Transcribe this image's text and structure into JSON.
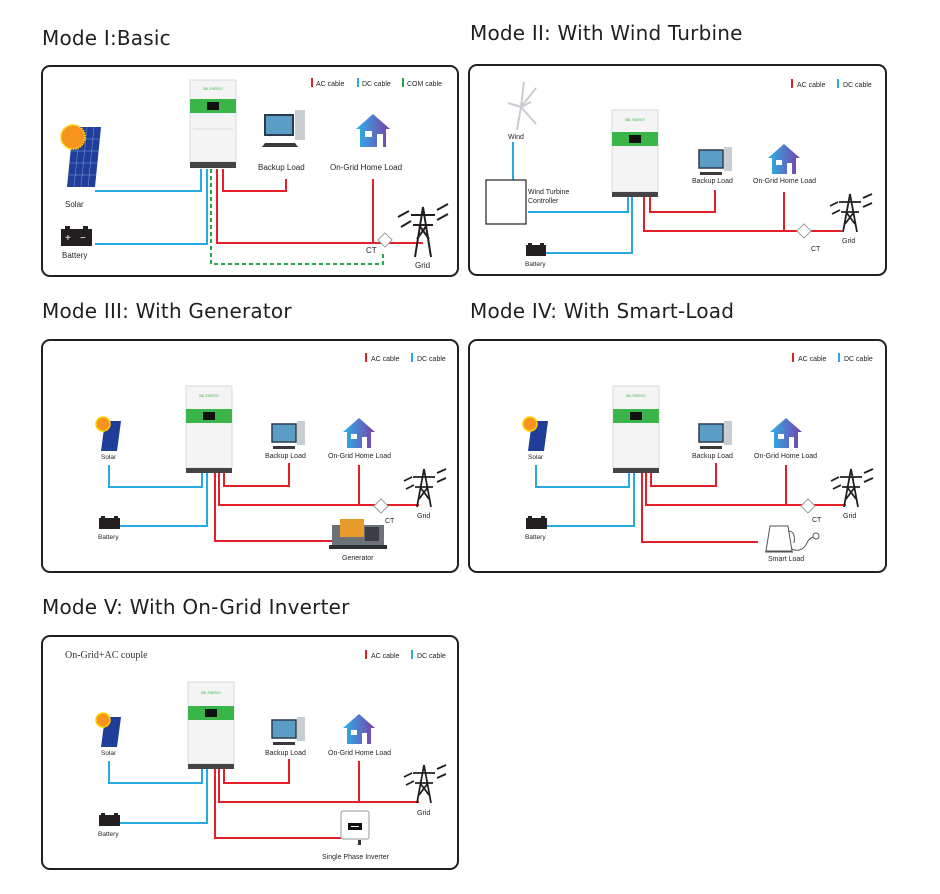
{
  "colors": {
    "ac_cable": "#e3202a",
    "dc_cable": "#29a9e1",
    "com_cable": "#22a94a",
    "inverter_screen": "#3ab54a",
    "border": "#231f20"
  },
  "modes": [
    {
      "title": "Mode I:Basic",
      "legend": [
        "AC cable",
        "DC cable",
        "COM cable"
      ],
      "labels": {
        "solar": "Solar",
        "battery": "Battery",
        "backup": "Backup Load",
        "home": "On-Grid Home Load",
        "ct": "CT",
        "grid": "Grid"
      },
      "inverter_brand": "SBL ENERGY"
    },
    {
      "title": "Mode II: With Wind Turbine",
      "legend": [
        "AC cable",
        "DC cable"
      ],
      "labels": {
        "wind": "Wind",
        "controller_line1": "Wind Turbine",
        "controller_line2": "Controller",
        "battery": "Battery",
        "backup": "Backup Load",
        "home": "On-Grid Home Load",
        "ct": "CT",
        "grid": "Grid"
      },
      "inverter_brand": "SBL ENERGY"
    },
    {
      "title": "Mode III: With Generator",
      "legend": [
        "AC cable",
        "DC cable"
      ],
      "labels": {
        "solar": "Solar",
        "battery": "Battery",
        "backup": "Backup Load",
        "home": "On-Grid Home Load",
        "ct": "CT",
        "grid": "Grid",
        "extra": "Generator"
      },
      "inverter_brand": "SBL ENERGY"
    },
    {
      "title": "Mode IV: With Smart-Load",
      "legend": [
        "AC cable",
        "DC cable"
      ],
      "labels": {
        "solar": "Solar",
        "battery": "Battery",
        "backup": "Backup Load",
        "home": "On-Grid Home Load",
        "ct": "CT",
        "grid": "Grid",
        "extra": "Smart Load"
      },
      "inverter_brand": "SBL ENERGY"
    },
    {
      "title": "Mode V: With On-Grid Inverter",
      "subtitle": "On-Grid+AC couple",
      "legend": [
        "AC cable",
        "DC cable"
      ],
      "labels": {
        "solar": "Solar",
        "battery": "Battery",
        "backup": "Backup Load",
        "home": "On-Grid Home Load",
        "grid": "Grid",
        "extra": "Single Phase Inverter"
      },
      "inverter_brand": "SBL ENERGY"
    }
  ]
}
